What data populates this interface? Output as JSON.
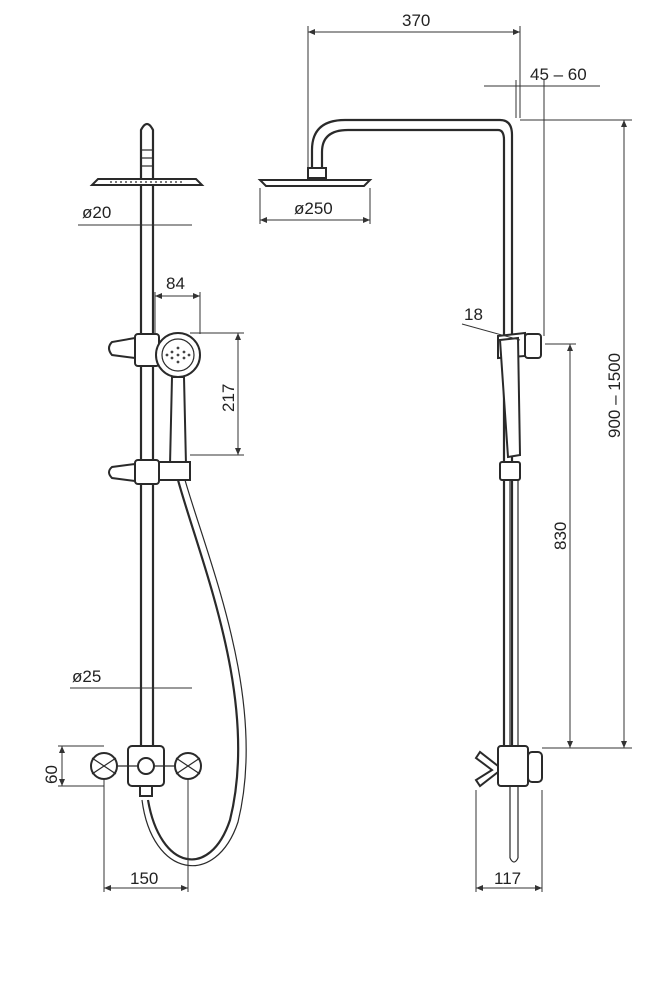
{
  "dimensions": {
    "width_arm": "370",
    "wall_offset": "45 – 60",
    "height_range": "900 – 1500",
    "lower_height": "830",
    "holder_offset": "18",
    "rain_head_diameter": "ø250",
    "pipe_top_diameter": "ø20",
    "pipe_bottom_diameter": "ø25",
    "hand_shower_width": "84",
    "hand_shower_length": "217",
    "mixer_height": "60",
    "mixer_spacing": "150",
    "mixer_depth": "117"
  }
}
